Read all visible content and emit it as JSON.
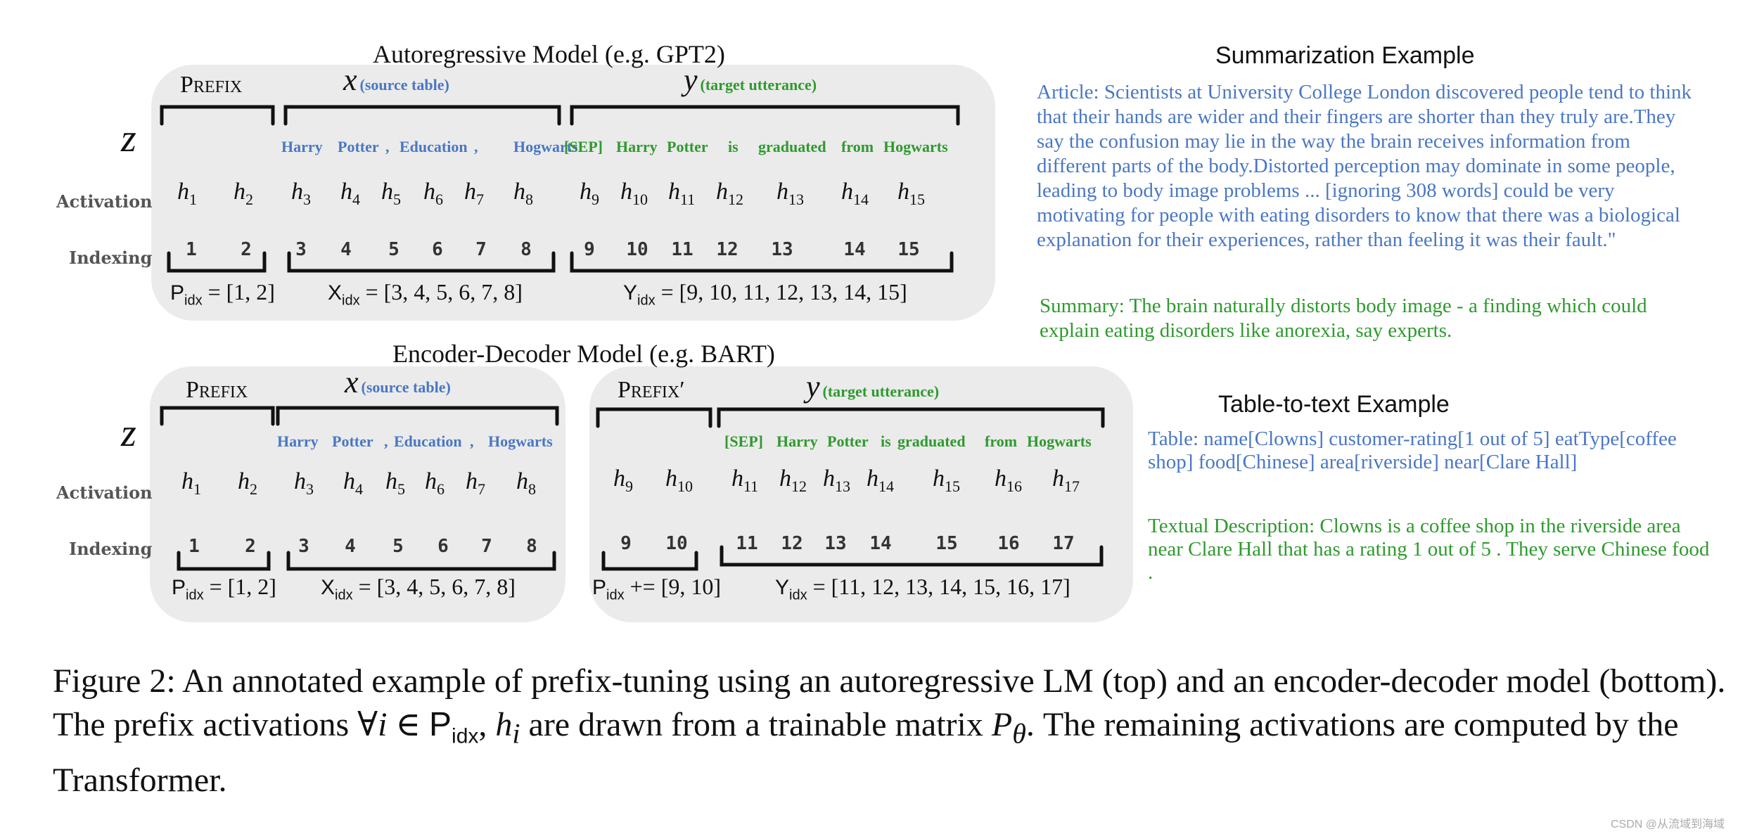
{
  "autoregressive": {
    "title": "Autoregressive  Model  (e.g. GPT2)",
    "prefix_label": "Prefix",
    "x_label": "x",
    "x_annotation": "(source table)",
    "y_label": "y",
    "y_annotation": "(target utterance)",
    "z_label": "z",
    "activation_label": "Activation",
    "indexing_label": "Indexing",
    "tokens_x": [
      "Harry",
      "Potter",
      ",",
      "Education",
      ",",
      "Hogwarts"
    ],
    "tokens_y": [
      "[SEP]",
      "Harry",
      "Potter",
      "is",
      "graduated",
      "from",
      "Hogwarts"
    ],
    "activations": [
      "1",
      "2",
      "3",
      "4",
      "5",
      "6",
      "7",
      "8",
      "9",
      "10",
      "11",
      "12",
      "13",
      "14",
      "15"
    ],
    "indices": [
      "1",
      "2",
      "3",
      "4",
      "5",
      "6",
      "7",
      "8",
      "9",
      "10",
      "11",
      "12",
      "13",
      "14",
      "15"
    ],
    "p_idx_value": "= [1, 2]",
    "x_idx_value": "= [3, 4, 5, 6, 7, 8]",
    "y_idx_value": "= [9, 10, 11, 12, 13, 14, 15]"
  },
  "encoder_decoder": {
    "title": "Encoder-Decoder Model  (e.g. BART)",
    "prefix_label": "Prefix",
    "prefix2_label": "Prefix′",
    "x_label": "x",
    "x_annotation": "(source table)",
    "y_label": "y",
    "y_annotation": "(target utterance)",
    "z_label": "z",
    "activation_label": "Activation",
    "indexing_label": "Indexing",
    "tokens_x": [
      "Harry",
      "Potter",
      ",",
      "Education",
      ",",
      "Hogwarts"
    ],
    "tokens_y": [
      "[SEP]",
      "Harry",
      "Potter",
      "is",
      "graduated",
      "from",
      "Hogwarts"
    ],
    "enc_activations": [
      "1",
      "2",
      "3",
      "4",
      "5",
      "6",
      "7",
      "8"
    ],
    "dec_activations": [
      "9",
      "10",
      "11",
      "12",
      "13",
      "14",
      "15",
      "16",
      "17"
    ],
    "enc_indices": [
      "1",
      "2",
      "3",
      "4",
      "5",
      "6",
      "7",
      "8"
    ],
    "dec_indices": [
      "9",
      "10",
      "11",
      "12",
      "13",
      "14",
      "15",
      "16",
      "17"
    ],
    "p_idx_value": "= [1, 2]",
    "x_idx_value": "= [3, 4, 5, 6, 7, 8]",
    "p_idx2_value": "+= [9, 10]",
    "y_idx_value": "= [11, 12, 13, 14, 15, 16, 17]"
  },
  "idx_P": "P",
  "idx_X": "X",
  "idx_Y": "Y",
  "idx_sub": "idx",
  "h_symbol": "h",
  "summarization": {
    "title": "Summarization Example",
    "article": "Article: Scientists at University College London discovered people tend to think that their hands are wider and their fingers are shorter than they truly are.They say the confusion may lie in the way the brain receives information from different parts of the body.Distorted perception may dominate in some people, leading to body image problems ... [ignoring 308 words] could be very motivating for people with eating disorders to know that there was a biological explanation for their experiences, rather than feeling it was their fault.\"",
    "summary": "Summary: The brain naturally distorts body image - a finding which could explain eating disorders like anorexia, say experts."
  },
  "table_to_text": {
    "title": "Table-to-text Example",
    "table": "Table:  name[Clowns] customer-rating[1 out of 5]  eatType[coffee shop] food[Chinese] area[riverside] near[Clare Hall]",
    "description": "Textual Description: Clowns is a coffee shop in the riverside area near Clare Hall that has a rating 1 out of 5 . They serve Chinese food ."
  },
  "caption": {
    "p1": "Figure 2:  An annotated example of prefix-tuning using an autoregressive LM (top) and an encoder-decoder model (bottom). The prefix activations ∀",
    "i": "i",
    "elem": " ∈ ",
    "p_symbol": "P",
    "p_sub": "idx",
    "comma": ", ",
    "h": "h",
    "h_sub": "i",
    "p2": " are drawn from a trainable matrix ",
    "P": "P",
    "theta": "θ",
    "p3": ". The remaining activations are computed by the Transformer."
  },
  "watermark": "CSDN @从流域到海域",
  "colors": {
    "blue": "#4a77c4",
    "green": "#2e9a2e",
    "panel": "#ebebeb"
  }
}
